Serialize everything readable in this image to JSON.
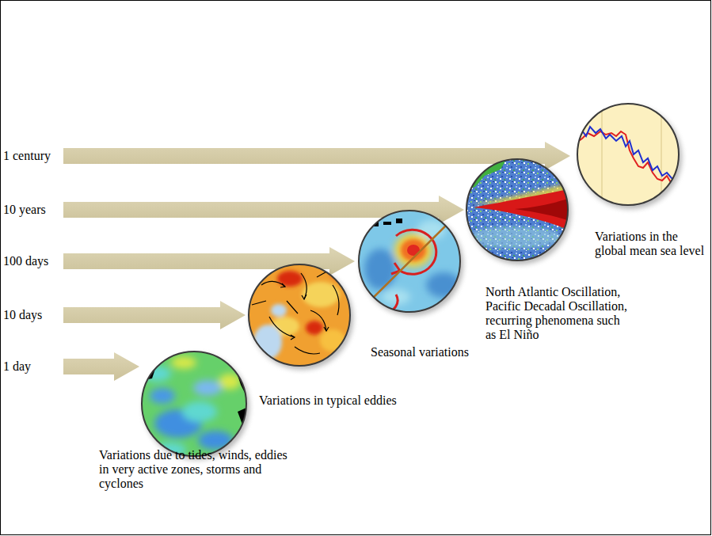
{
  "diagram": {
    "nodes": [
      {
        "text": [
          "Variations due to tides, winds, eddies in very active zones, storms and cyclones"
        ]
      },
      {
        "text": [
          "Variations in typical eddies"
        ]
      },
      {
        "text": [
          "Seasonal variations"
        ]
      },
      {
        "text": [
          "North Atlantic Oscillation, Pacific Decadal Oscillation, recurring phenomena such as El Niño"
        ]
      },
      {
        "text": [
          "Variations in the global mean sea level"
        ]
      }
    ],
    "labels": [
      "1 century",
      "10 years",
      "100 days",
      "10 days",
      "1 day"
    ]
  }
}
